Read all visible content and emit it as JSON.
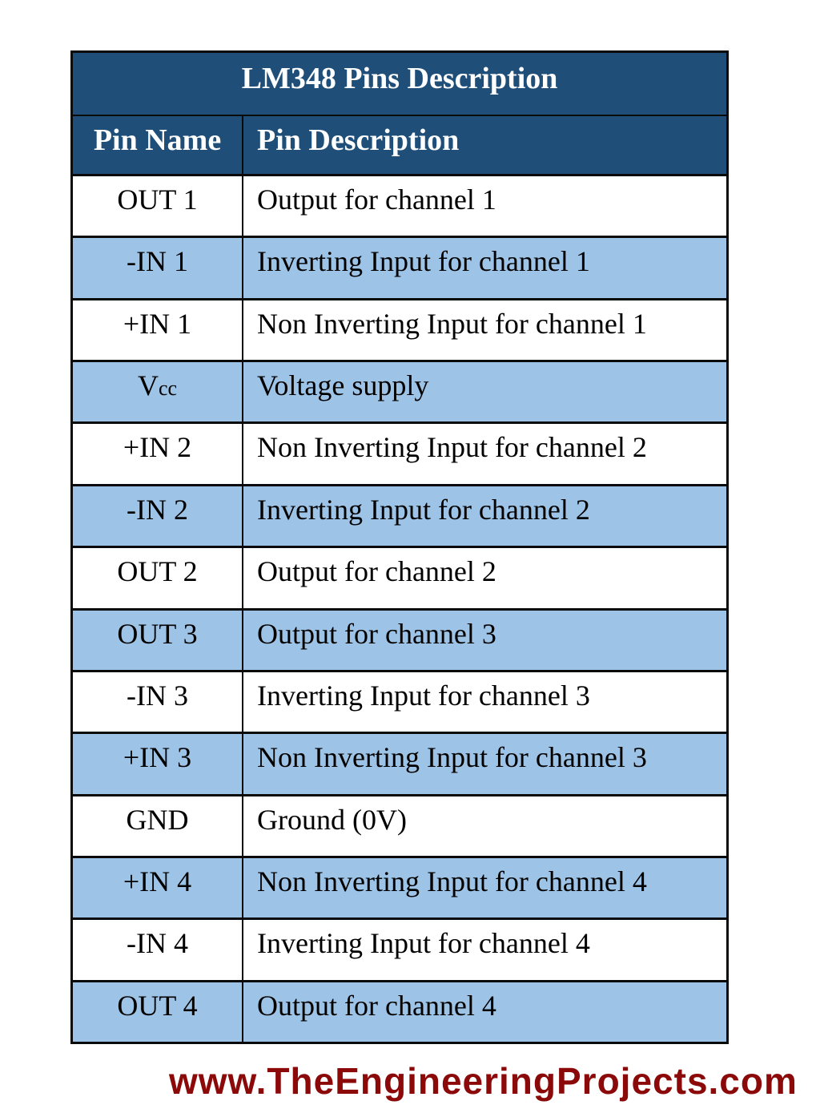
{
  "title": "LM348 Pins Description",
  "columns": [
    "Pin Name",
    "Pin Description"
  ],
  "rows": [
    {
      "pin": "OUT 1",
      "description": "Output for channel 1",
      "shaded": false
    },
    {
      "pin": "-IN 1",
      "description": "Inverting Input for channel 1",
      "shaded": true
    },
    {
      "pin": "+IN 1",
      "description": "Non Inverting Input for channel 1",
      "shaded": false
    },
    {
      "pin": "V",
      "pin_sub": "cc",
      "description": "Voltage supply",
      "shaded": true
    },
    {
      "pin": "+IN 2",
      "description": "Non Inverting Input for channel 2",
      "shaded": false
    },
    {
      "pin": "-IN 2",
      "description": "Inverting Input for channel 2",
      "shaded": true
    },
    {
      "pin": "OUT 2",
      "description": "Output for channel 2",
      "shaded": false
    },
    {
      "pin": "OUT 3",
      "description": "Output for channel 3",
      "shaded": true
    },
    {
      "pin": "-IN 3",
      "description": "Inverting Input for channel 3",
      "shaded": false
    },
    {
      "pin": "+IN 3",
      "description": "Non Inverting Input for channel 3",
      "shaded": true
    },
    {
      "pin": "GND",
      "description": "Ground (0V)",
      "shaded": false
    },
    {
      "pin": "+IN 4",
      "description": "Non Inverting Input for channel 4",
      "shaded": true
    },
    {
      "pin": "-IN 4",
      "description": "Inverting Input for channel 4",
      "shaded": false
    },
    {
      "pin": "OUT 4",
      "description": "Output for channel 4",
      "shaded": true
    }
  ],
  "footer": {
    "url": "www.TheEngineeringProjects.com"
  },
  "colors": {
    "header_bg": "#1F4E79",
    "header_text": "#FFFFFF",
    "row_shaded_bg": "#9DC3E6",
    "row_plain_bg": "#FFFFFF",
    "cell_text": "#000000",
    "border": "#0A0A0A",
    "footer_text": "#8B0909"
  }
}
